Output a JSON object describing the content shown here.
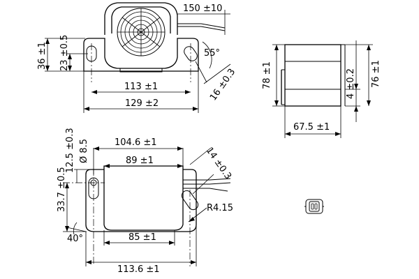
{
  "views": {
    "front": {
      "dims": {
        "cable_length": "150 ±10",
        "mount_height": "36 ±1",
        "slot_height": "23 ±0.5",
        "angle": "55°",
        "hole_spacing": "113 ±1",
        "overall_width": "129 ±2",
        "slot_width": "16 ±0.3"
      }
    },
    "side": {
      "dims": {
        "height": "78 ±1",
        "bracket_thickness": "4 ±0.2",
        "height_back": "76 ±1",
        "depth": "67.5 ±1"
      }
    },
    "bottom": {
      "dims": {
        "top_width": "104.6 ±1",
        "inner_width": "89 ±1",
        "slot_offset": "12.5 ±0.3",
        "hole_dia": "Ø 8.5",
        "slot_width": "14 ±0.3",
        "mount_height": "33.7 ±0.5",
        "radius": "R4.15",
        "angle": "40°",
        "hole_spacing": "85 ±1",
        "overall_width": "113.6 ±1"
      }
    }
  }
}
